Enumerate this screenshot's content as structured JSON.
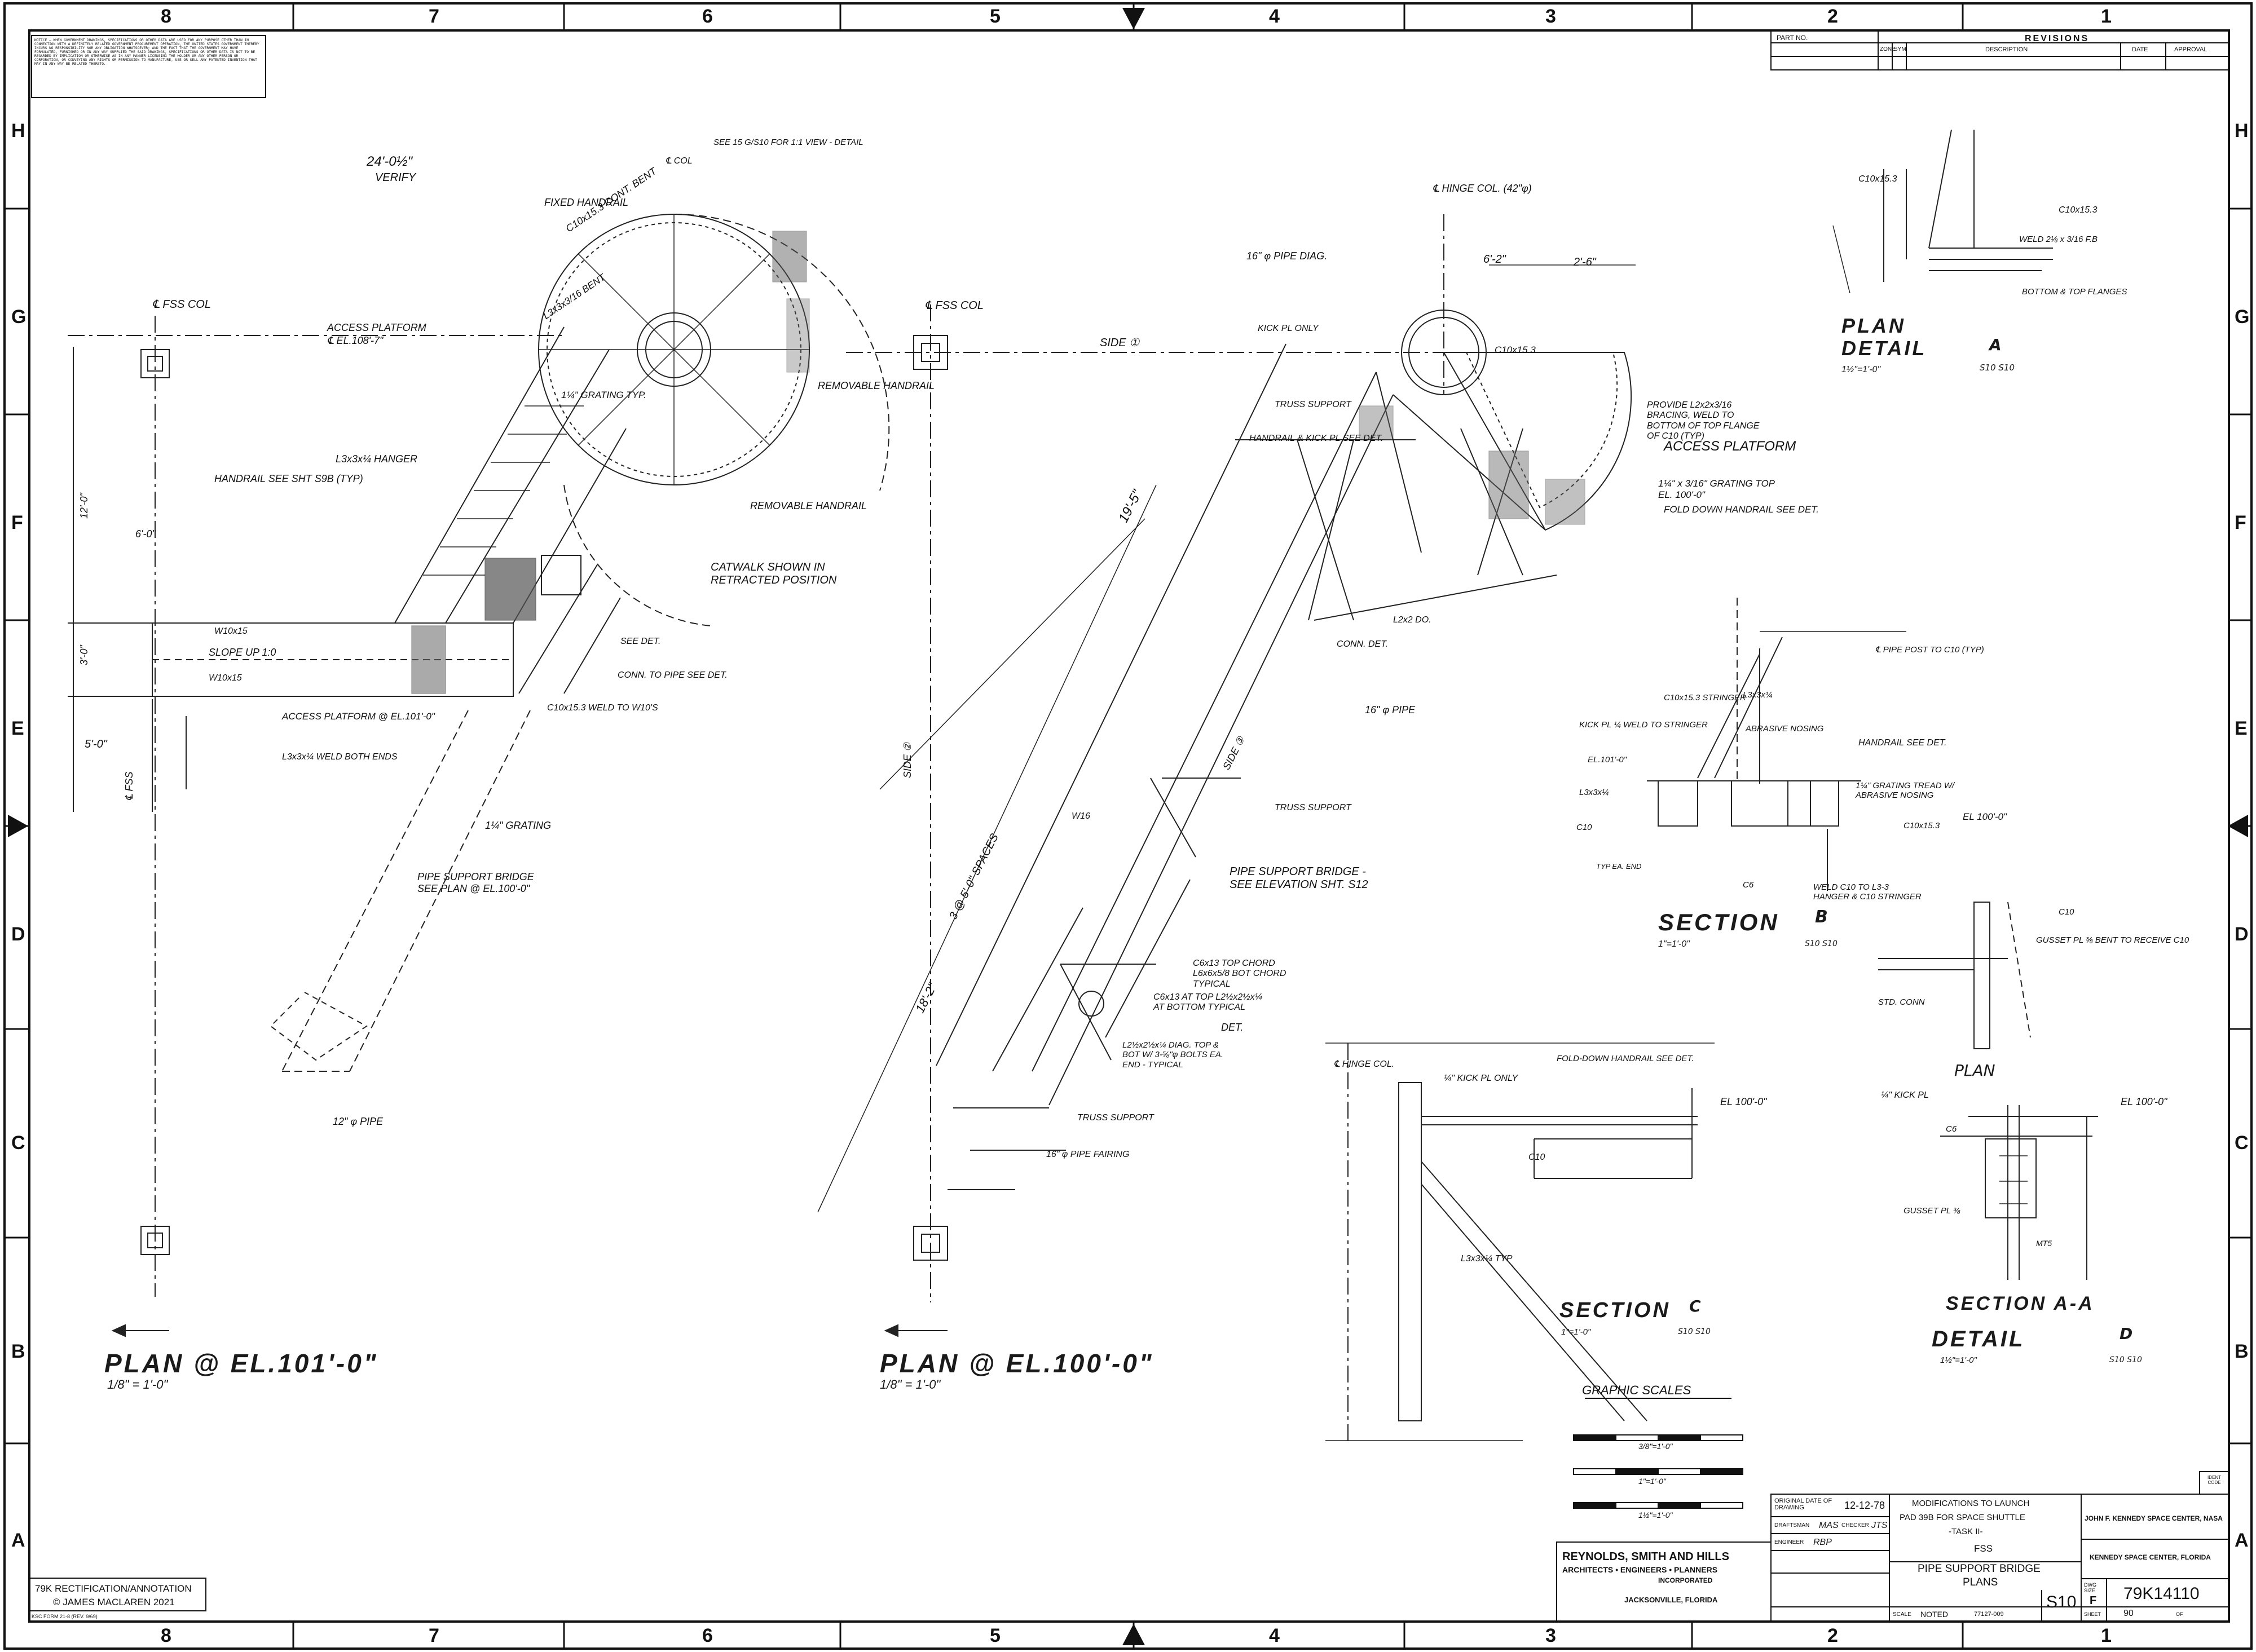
{
  "notice": "NOTICE — WHEN GOVERNMENT DRAWINGS, SPECIFICATIONS OR OTHER DATA ARE USED FOR ANY PURPOSE OTHER THAN IN CONNECTION WITH A DEFINITELY RELATED GOVERNMENT PROCUREMENT OPERATION, THE UNITED STATES GOVERNMENT THEREBY INCURS NO RESPONSIBILITY NOR ANY OBLIGATION WHATSOEVER; AND THE FACT THAT THE GOVERNMENT MAY HAVE FORMULATED, FURNISHED OR IN ANY WAY SUPPLIED THE SAID DRAWINGS, SPECIFICATIONS OR OTHER DATA IS NOT TO BE REGARDED BY IMPLICATION OR OTHERWISE AS IN ANY MANNER LICENSING THE HOLDER OR ANY OTHER PERSON OR CORPORATION, OR CONVEYING ANY RIGHTS OR PERMISSION TO MANUFACTURE, USE OR SELL ANY PATENTED INVENTION THAT MAY IN ANY WAY BE RELATED THERETO.",
  "grid": {
    "columns": [
      "8",
      "7",
      "6",
      "5",
      "4",
      "3",
      "2",
      "1"
    ],
    "rows": [
      "H",
      "G",
      "F",
      "E",
      "D",
      "C",
      "B",
      "A"
    ]
  },
  "revisions": {
    "part_no": "PART NO.",
    "heading": "REVISIONS",
    "columns": [
      "ZONE",
      "SYM",
      "DESCRIPTION",
      "DATE",
      "APPROVAL"
    ]
  },
  "views": {
    "plan_101": {
      "title": "PLAN @ EL.101'-0\"",
      "scale": "1/8\" = 1'-0\""
    },
    "plan_100": {
      "title": "PLAN @ EL.100'-0\"",
      "scale": "1/8\" = 1'-0\""
    },
    "detail_a": {
      "title1": "PLAN",
      "title2": "DETAIL",
      "mark": "A",
      "scale": "1½\"=1'-0\"",
      "sheet": "S10 S10"
    },
    "section_b": {
      "title": "SECTION",
      "mark": "B",
      "scale": "1\"=1'-0\"",
      "sheet": "S10 S10"
    },
    "section_c": {
      "title": "SECTION",
      "mark": "C",
      "scale": "1\"=1'-0\"",
      "sheet": "S10 S10"
    },
    "detail_d": {
      "title1": "SECTION A-A",
      "title2": "DETAIL",
      "mark": "D",
      "scale": "1½\"=1'-0\"",
      "sheet": "S10 S10",
      "plan": "PLAN"
    }
  },
  "labels": {
    "fss_col_l": "℄ FSS COL",
    "fss_col_m": "℄ FSS COL",
    "col": "℄ COL",
    "hinge_col": "℄ HINGE COL. (42\"φ)",
    "dim_24": "24'-0½\"",
    "verify": "VERIFY",
    "fixed_handrail": "FIXED HANDRAIL",
    "cont_bent": "C10x15.3 CONT. BENT",
    "access_platform_1": "ACCESS PLATFORM",
    "access_platform_1b": "℄ EL.108'-7\"",
    "l3_bent": "L3x3x3/16 BENT",
    "grating_typ": "1¼\" GRATING TYP.",
    "removable_handrail": "REMOVABLE HANDRAIL",
    "removable_handrail_2": "REMOVABLE HANDRAIL",
    "catwalk": "CATWALK SHOWN IN RETRACTED POSITION",
    "see_view": "SEE 15 G/S10 FOR 1:1 VIEW - DETAIL",
    "l3_hanger": "L3x3x¼ HANGER",
    "handrail_see": "HANDRAIL SEE SHT S9B (TYP)",
    "dim_12": "12'-0\"",
    "dim_6": "6'-0\"",
    "w10_1": "W10x15",
    "slope_up": "SLOPE UP 1:0",
    "w10_2": "W10x15",
    "dim_3": "3'-0\"",
    "dim_5": "5'-0\"",
    "fss": "℄ FSS",
    "access_platform_2": "ACCESS PLATFORM @ EL.101'-0\"",
    "l3_weld": "L3x3x¼ WELD BOTH ENDS",
    "grating_1": "1¼\" GRATING",
    "see_det_a": "SEE DET.",
    "conn_pipe": "CONN. TO PIPE SEE DET.",
    "c10_weld": "C10x15.3 WELD TO W10'S",
    "pipe_support_1": "PIPE SUPPORT BRIDGE SEE PLAN @ EL.100'-0\"",
    "pipe_12": "12\" φ PIPE",
    "pipe_16_diag": "16\" φ PIPE DIAG.",
    "side_1": "SIDE ①",
    "kick_pl_only": "KICK PL ONLY",
    "truss_support_1": "TRUSS SUPPORT",
    "handrail_kick": "HANDRAIL & KICK PL SEE DET.",
    "dim_6_2": "6'-2\"",
    "dim_2_6": "2'-6\"",
    "c10_1": "C10x15.3",
    "provide_l2": "PROVIDE L2x2x3/16 BRACING, WELD TO BOTTOM OF TOP FLANGE OF C10 (TYP)",
    "access_platform_3": "ACCESS PLATFORM",
    "grating_3": "1¼\" x 3/16\" GRATING TOP EL. 100'-0\"",
    "fold_down": "FOLD DOWN HANDRAIL SEE DET.",
    "l2_do": "L2x2 DO.",
    "conn_det": "CONN. DET.",
    "pipe_16": "16\" φ PIPE",
    "truss_support_2": "TRUSS SUPPORT",
    "pipe_support_2": "PIPE SUPPORT BRIDGE - SEE ELEVATION SHT. S12",
    "c6_top": "C6x13 TOP CHORD L6x6x5/8 BOT CHORD TYPICAL",
    "c6_13": "C6x13 AT TOP L2½x2½x¼ AT BOTTOM TYPICAL",
    "det_h": "DET.",
    "l2_bolts": "L2½x2½x¼ DIAG. TOP & BOT W/ 3-⅝\"φ BOLTS EA. END - TYPICAL",
    "truss_support_3": "TRUSS SUPPORT",
    "pipe_16_fairing": "16\" φ PIPE FAIRING",
    "dim_19": "19'-5\"",
    "dim_3_50": "3 @ 5'-0\" SPACES",
    "dim_18": "18'-2\"",
    "side_2": "SIDE ②",
    "side_3": "SIDE ③",
    "w16": "W16",
    "hinge_col_2": "℄ HINGE COL.",
    "kick_pl_2": "¼\" KICK PL ONLY",
    "fold_down_2": "FOLD-DOWN HANDRAIL SEE DET.",
    "el_100_c": "EL 100'-0\"",
    "c10_c": "C10",
    "l3_typ": "L3x3x¼ TYP",
    "pipe_post": "℄ PIPE POST TO C10 (TYP)",
    "c10_stringer": "C10x15.3 STRINGER",
    "l3_b": "L3x3x¼",
    "abrasive": "ABRASIVE NOSING",
    "kick_pl_b": "KICK PL ¼ WELD TO STRINGER",
    "el_101_b": "EL.101'-0\"",
    "l3_b2": "L3x3x¼",
    "handrail_b": "HANDRAIL SEE DET.",
    "grating_b": "1¼\" GRATING TREAD W/ ABRASIVE NOSING",
    "c10_b": "C10",
    "c10_b2": "C10x15.3",
    "el_100_b": "EL 100'-0\"",
    "weld_c10": "WELD C10 TO L3-3 HANGER & C10 STRINGER",
    "c6_b": "C6",
    "typ_ends": "TYP EA. END",
    "c10_a": "C10x15.3",
    "c10_a2": "C10x15.3",
    "weld_a": "WELD 2⅛ x 3/16 F.B",
    "bottom_top": "BOTTOM & TOP FLANGES",
    "gusset": "GUSSET PL ⅜ BENT TO RECEIVE C10",
    "c10_d": "C10",
    "std_conn": "STD. CONN",
    "kick_pl_d": "¼\" KICK PL",
    "el_100_d": "EL 100'-0\"",
    "gusset_2": "GUSSET PL ⅜",
    "mt5": "MT5",
    "c6_d": "C6",
    "graphic_scales": "GRAPHIC SCALES",
    "scale_1": "3/8\"=1'-0\"",
    "scale_2": "1\"=1'-0\"",
    "scale_3": "1½\"=1'-0\""
  },
  "title_block": {
    "orig_date_label": "ORIGINAL DATE OF DRAWING",
    "orig_date": "12-12-78",
    "drawn_label": "DRAFTSMAN",
    "drawn": "MAS",
    "checker_label": "CHECKER",
    "checker": "JTS",
    "engineer_label": "ENGINEER",
    "engineer": "RBP",
    "project": [
      "MODIFICATIONS TO LAUNCH",
      "PAD 39B FOR SPACE SHUTTLE",
      "-TASK II-"
    ],
    "system": "FSS",
    "title": [
      "PIPE SUPPORT BRIDGE",
      "PLANS"
    ],
    "agency": "JOHN F. KENNEDY SPACE CENTER, NASA",
    "location": "KENNEDY SPACE CENTER, FLORIDA",
    "dwg_size_label": "DWG SIZE",
    "dwg_size": "F",
    "dwg_no": "79K14110",
    "sheet_label": "SHEET",
    "sheet": "90",
    "of_label": "OF",
    "scale_label": "SCALE",
    "scale": "NOTED",
    "job_no": "77127-009",
    "sheet_id": "S10",
    "firm": "REYNOLDS, SMITH AND HILLS",
    "firm_sub": "ARCHITECTS • ENGINEERS • PLANNERS",
    "firm_inc": "INCORPORATED",
    "firm_city": "JACKSONVILLE, FLORIDA",
    "ident": "IDENT CODE"
  },
  "footer": {
    "rect_line1": "79K RECTIFICATION/ANNOTATION",
    "rect_line2": "© JAMES MACLAREN 2021",
    "form": "KSC FORM 21-8 (REV. 9/69)"
  }
}
